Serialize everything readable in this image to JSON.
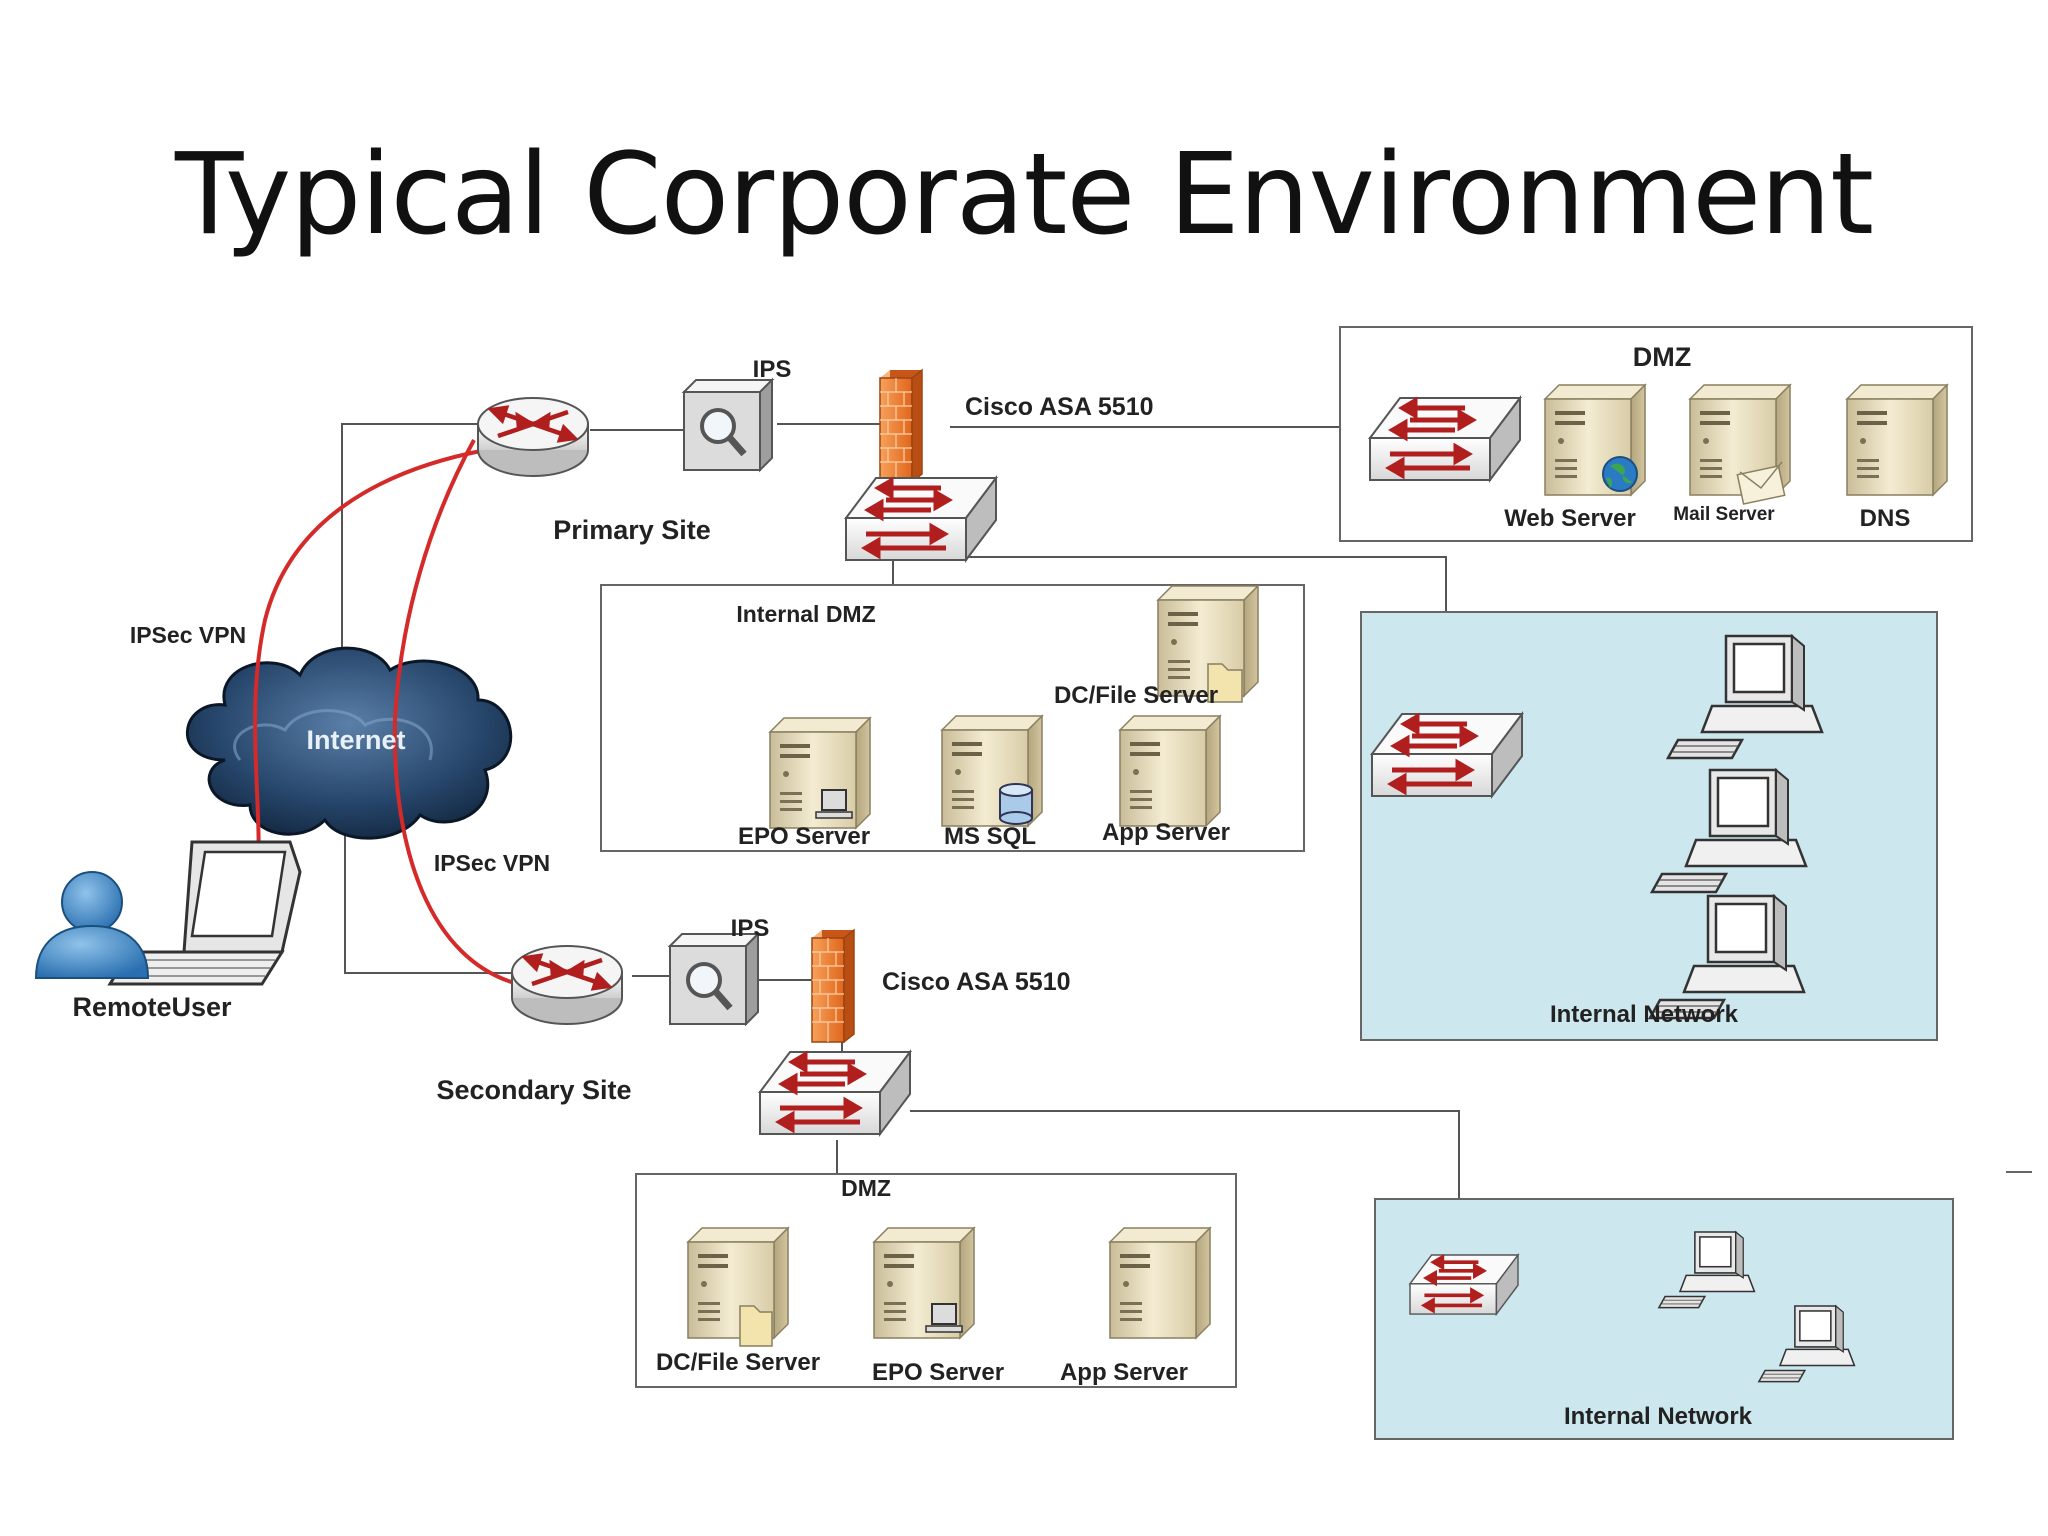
{
  "title": "Typical Corporate Environment",
  "labels": {
    "ips_primary": "IPS",
    "asa_primary": "Cisco ASA 5510",
    "primary_site": "Primary Site",
    "dmz_primary": "DMZ",
    "web_server": "Web Server",
    "mail_server": "Mail Server",
    "dns": "DNS",
    "internal_dmz": "Internal DMZ",
    "dc_file_server_1": "DC/File Server",
    "epo_server_1": "EPO Server",
    "ms_sql": "MS SQL",
    "app_server_1": "App Server",
    "ipsec_vpn_1": "IPSec VPN",
    "internet": "Internet",
    "ipsec_vpn_2": "IPSec VPN",
    "remote_user": "RemoteUser",
    "ips_secondary": "IPS",
    "asa_secondary": "Cisco ASA 5510",
    "secondary_site": "Secondary Site",
    "dmz_secondary": "DMZ",
    "dc_file_server_2": "DC/File Server",
    "epo_server_2": "EPO Server",
    "app_server_2": "App Server",
    "internal_network_1": "Internal Network",
    "internal_network_2": "Internal Network"
  },
  "colors": {
    "vpn_line": "#d42a2a",
    "internal_network_bg": "#cde7ee",
    "firewall": "#f07d2a",
    "server": "#e9dfbf",
    "cloud": "#1c3550"
  }
}
